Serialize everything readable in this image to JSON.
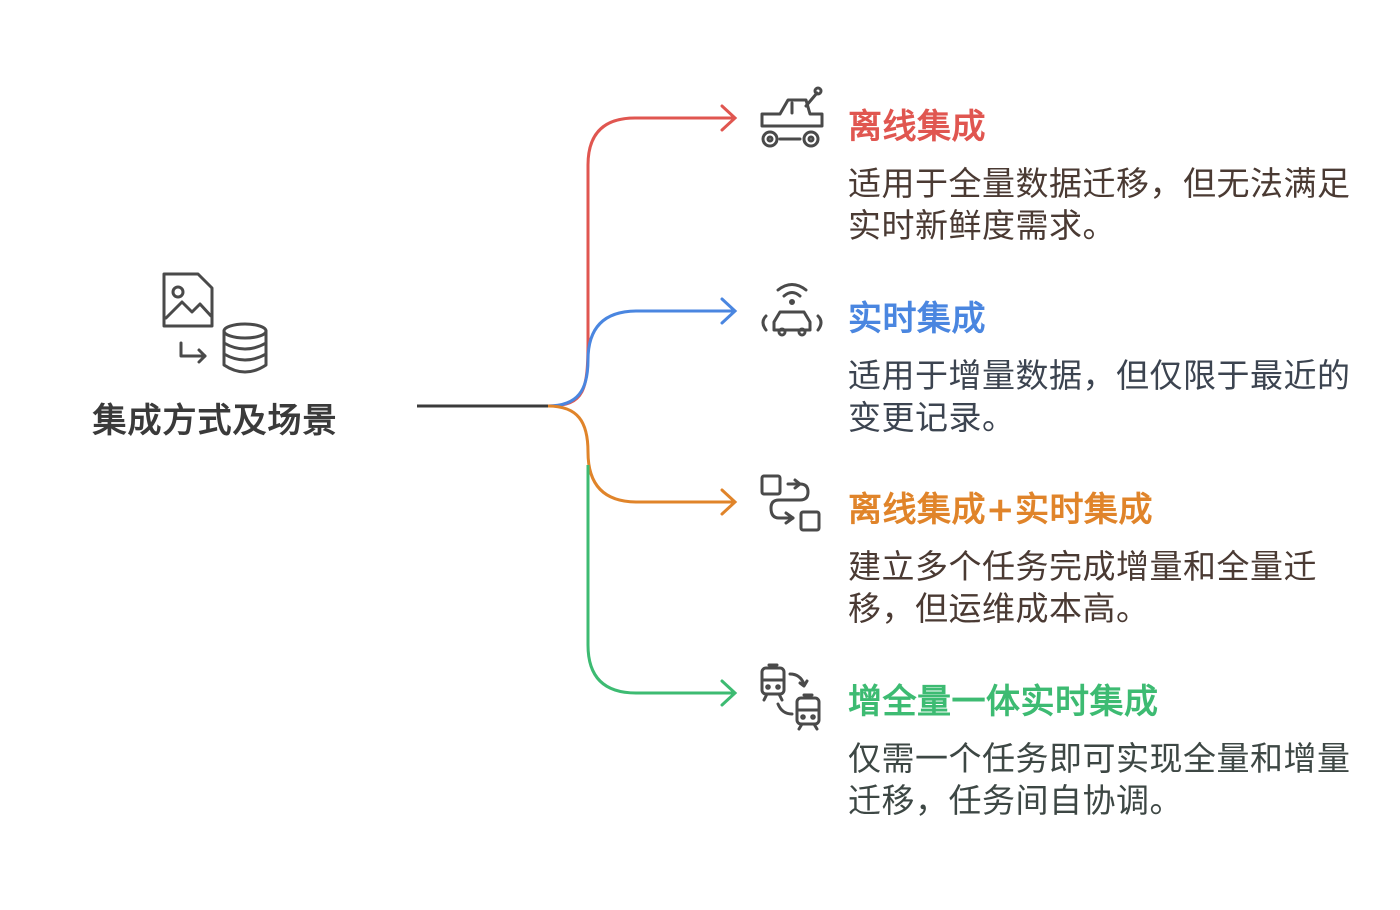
{
  "root": {
    "title": "集成方式及场景",
    "icon": "image-to-database-icon"
  },
  "colors": {
    "trunk": "#3b3b3b",
    "icon_stroke": "#4a4a4a"
  },
  "branches": [
    {
      "title": "离线集成",
      "description": "适用于全量数据迁移，但无法满足实时新鲜度需求。",
      "color": "#e05650",
      "icon": "offroad-truck-icon"
    },
    {
      "title": "实时集成",
      "description": "适用于增量数据，但仅限于最近的变更记录。",
      "color": "#4a86e0",
      "icon": "connected-car-icon"
    },
    {
      "title": "离线集成+实时集成",
      "description": "建立多个任务完成增量和全量迁移，但运维成本高。",
      "color": "#e0842a",
      "icon": "swap-boxes-icon"
    },
    {
      "title": "增全量一体实时集成",
      "description": "仅需一个任务即可实现全量和增量迁移，任务间自协调。",
      "color": "#3dbb72",
      "icon": "train-sync-icon"
    }
  ]
}
